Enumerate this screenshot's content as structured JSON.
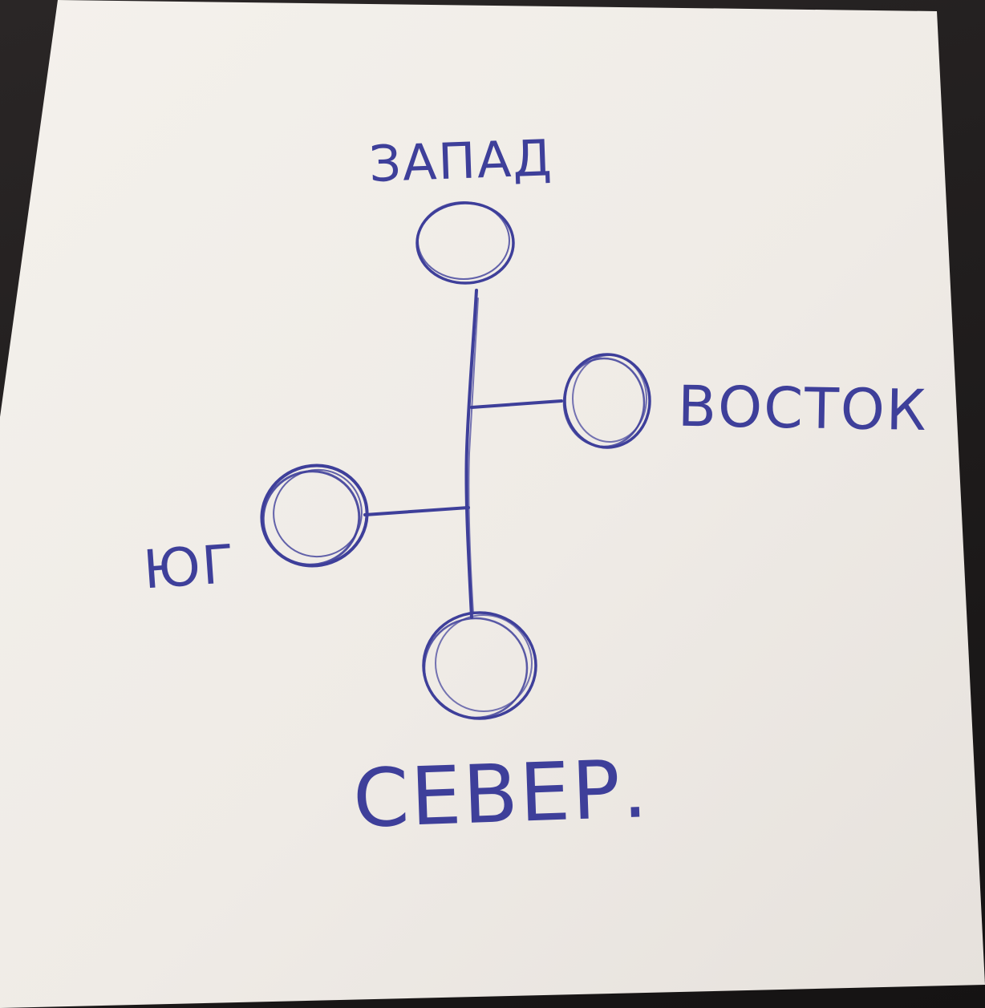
{
  "diagram": {
    "nodes": [
      {
        "id": "west",
        "label": "ЗАПАД"
      },
      {
        "id": "east",
        "label": "ВОСТОК"
      },
      {
        "id": "south",
        "label": "ЮГ"
      },
      {
        "id": "north",
        "label": "СЕВЕР."
      }
    ],
    "ink_color": "#3e3f9a",
    "paper_color": "#f1ede8"
  }
}
